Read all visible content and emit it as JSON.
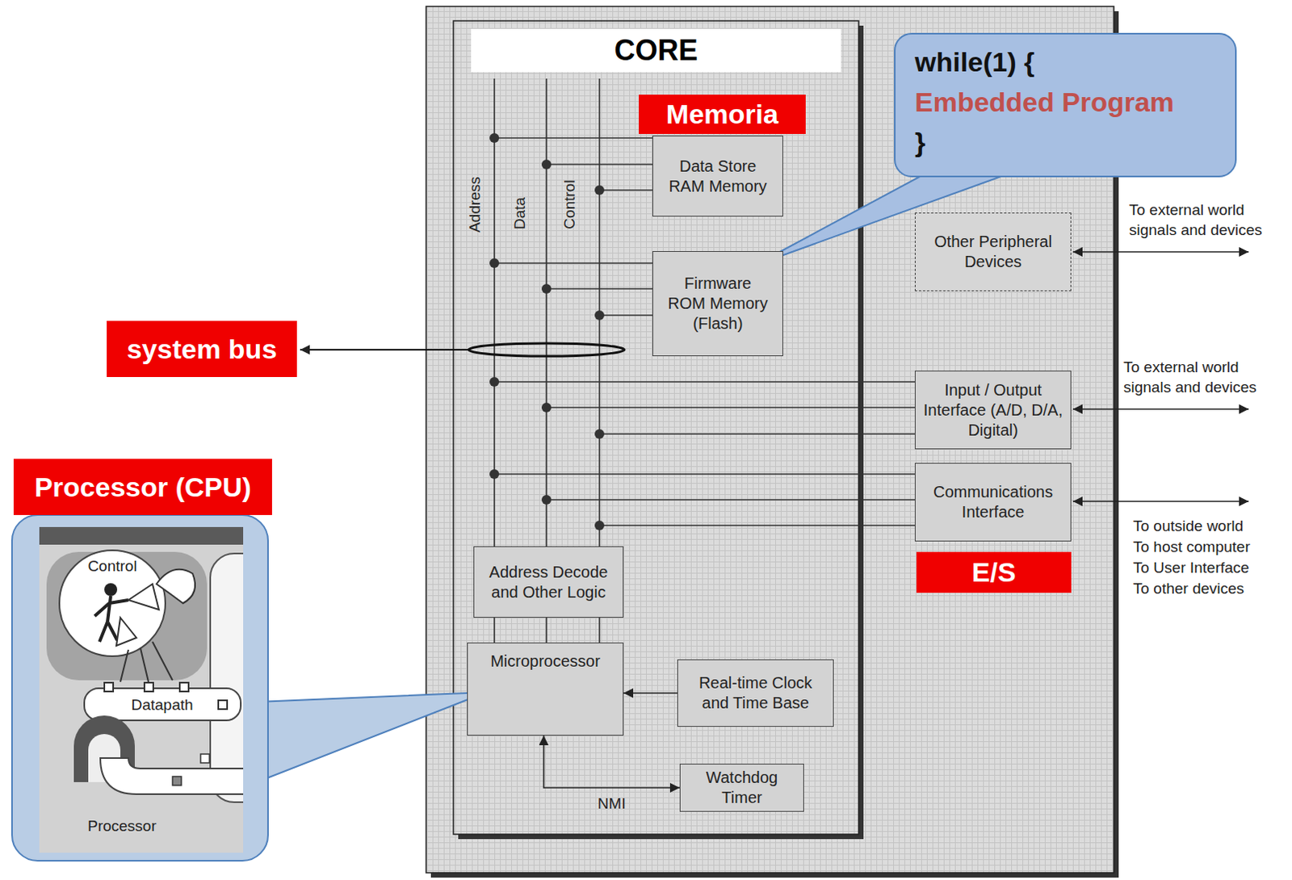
{
  "diagram": {
    "nodes": [
      {
        "text": [
          "CORE"
        ]
      },
      {
        "text": [
          "Memoria"
        ],
        "in": 0
      },
      {
        "text": [
          "Data Store RAM Memory"
        ],
        "in": 0
      },
      {
        "text": [
          "Firmware ROM Memory (Flash)"
        ],
        "in": 0
      },
      {
        "text": [
          "Address Decode and Other Logic"
        ],
        "in": 0
      },
      {
        "text": [
          "Microprocessor"
        ],
        "in": 0
      },
      {
        "text": [
          "Real-time Clock and Time Base"
        ],
        "in": 0
      },
      {
        "text": [
          "Watchdog Timer"
        ],
        "in": 0
      },
      {
        "text": [
          "while(1) {",
          "Embedded Program",
          "}"
        ]
      },
      {
        "text": [
          "Other Peripheral Devices"
        ]
      },
      {
        "text": [
          "Input / Output Interface (A/D, D/A, Digital)"
        ]
      },
      {
        "text": [
          "Communications Interface"
        ]
      },
      {
        "text": [
          "E/S"
        ]
      },
      {
        "text": [
          "system bus"
        ]
      },
      {
        "text": [
          "Processor (CPU)"
        ]
      }
    ],
    "edges": [
      {
        "from": 6,
        "to": 5,
        "arrow": "to"
      },
      {
        "from": 5,
        "to": 7,
        "label": "NMI",
        "arrow": "both"
      }
    ],
    "labels": [
      "Address",
      "Data",
      "Control",
      "To external world signals and devices",
      "To external world signals and devices",
      "To outside world",
      "To host computer",
      "To User Interface",
      "To other devices",
      "Control",
      "Datapath",
      "Processor"
    ]
  }
}
